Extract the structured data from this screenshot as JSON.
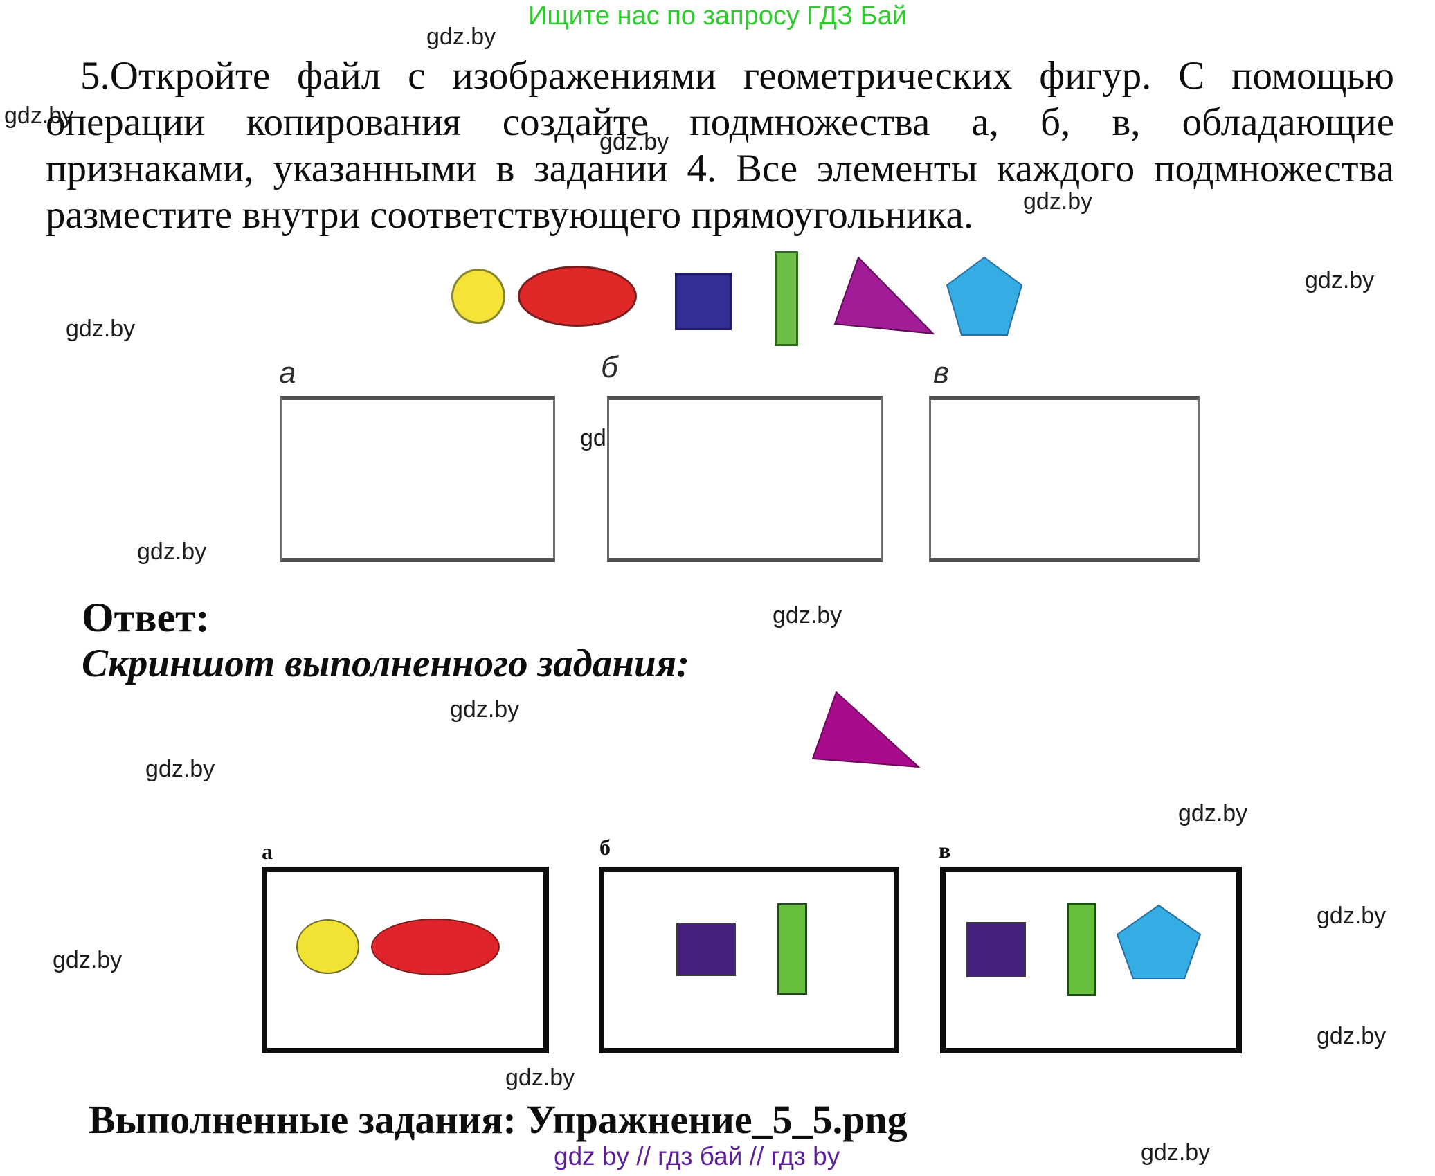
{
  "promo_header": {
    "text": "Ищите нас по запросу ГДЗ Бай",
    "color": "#2FCB2F"
  },
  "watermark": {
    "text": "gdz.by",
    "color": "#1c1c1c"
  },
  "task": {
    "lines": [
      "5.Откройте файл с изображениями геометрических фигур. С помощью",
      "операции копирования создайте подмножества а, б, в, обладающие",
      "признаками, указанными в задании 4. Все элементы каждого подмножества",
      "разместите внутри соответствующего прямоугольника."
    ]
  },
  "task_figure": {
    "shapes": [
      "yellow-ellipse",
      "red-ellipse",
      "blue-square",
      "green-rectangle",
      "purple-triangle",
      "cyan-pentagon"
    ],
    "labels": {
      "a": "а",
      "b": "б",
      "v": "в"
    }
  },
  "answer": {
    "heading": "Ответ:",
    "subheading": "Скриншот выполненного задания:",
    "boxes": [
      {
        "label": "a",
        "contents": [
          "yellow-ellipse",
          "red-ellipse"
        ]
      },
      {
        "label": "б",
        "contents": [
          "violet-square",
          "green-rectangle"
        ]
      },
      {
        "label": "в",
        "contents": [
          "violet-square",
          "green-rectangle",
          "cyan-pentagon"
        ]
      }
    ]
  },
  "footer": {
    "completed_line": "Выполненные задания: Упражнение_5_5.png",
    "site_line": "gdz by  //  гдз бай  //  гдз by",
    "site_line_color": "#5B2096"
  },
  "colors": {
    "yellow": "#F5E437",
    "red": "#E02828",
    "navy": "#322F97",
    "green": "#6CBE44",
    "magenta": "#A21C98",
    "cyan": "#35ACE3",
    "violet": "#45217F",
    "answer_magenta": "#A80B8C",
    "answer_green": "#66BE3C",
    "answer_red": "#E0242C",
    "answer_yellow": "#F2E233"
  }
}
